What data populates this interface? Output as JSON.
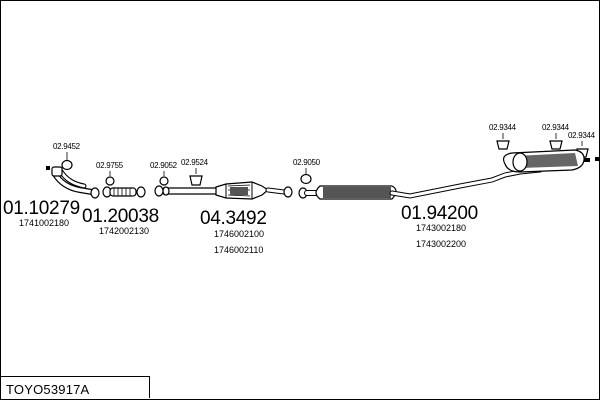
{
  "drawing_code": "TOYO53917A",
  "parts": [
    {
      "number": "01.10279",
      "refs": [
        "1741002180"
      ]
    },
    {
      "number": "01.20038",
      "refs": [
        "1742002130"
      ]
    },
    {
      "number": "04.3492",
      "refs": [
        "1746002100",
        "1746002110"
      ]
    },
    {
      "number": "01.94200",
      "refs": [
        "1743002180",
        "1743002200"
      ]
    }
  ],
  "accessories": [
    "02.9452",
    "02.9755",
    "02.9052",
    "02.9524",
    "02.9050",
    "02.9344",
    "02.9344",
    "02.9344"
  ]
}
